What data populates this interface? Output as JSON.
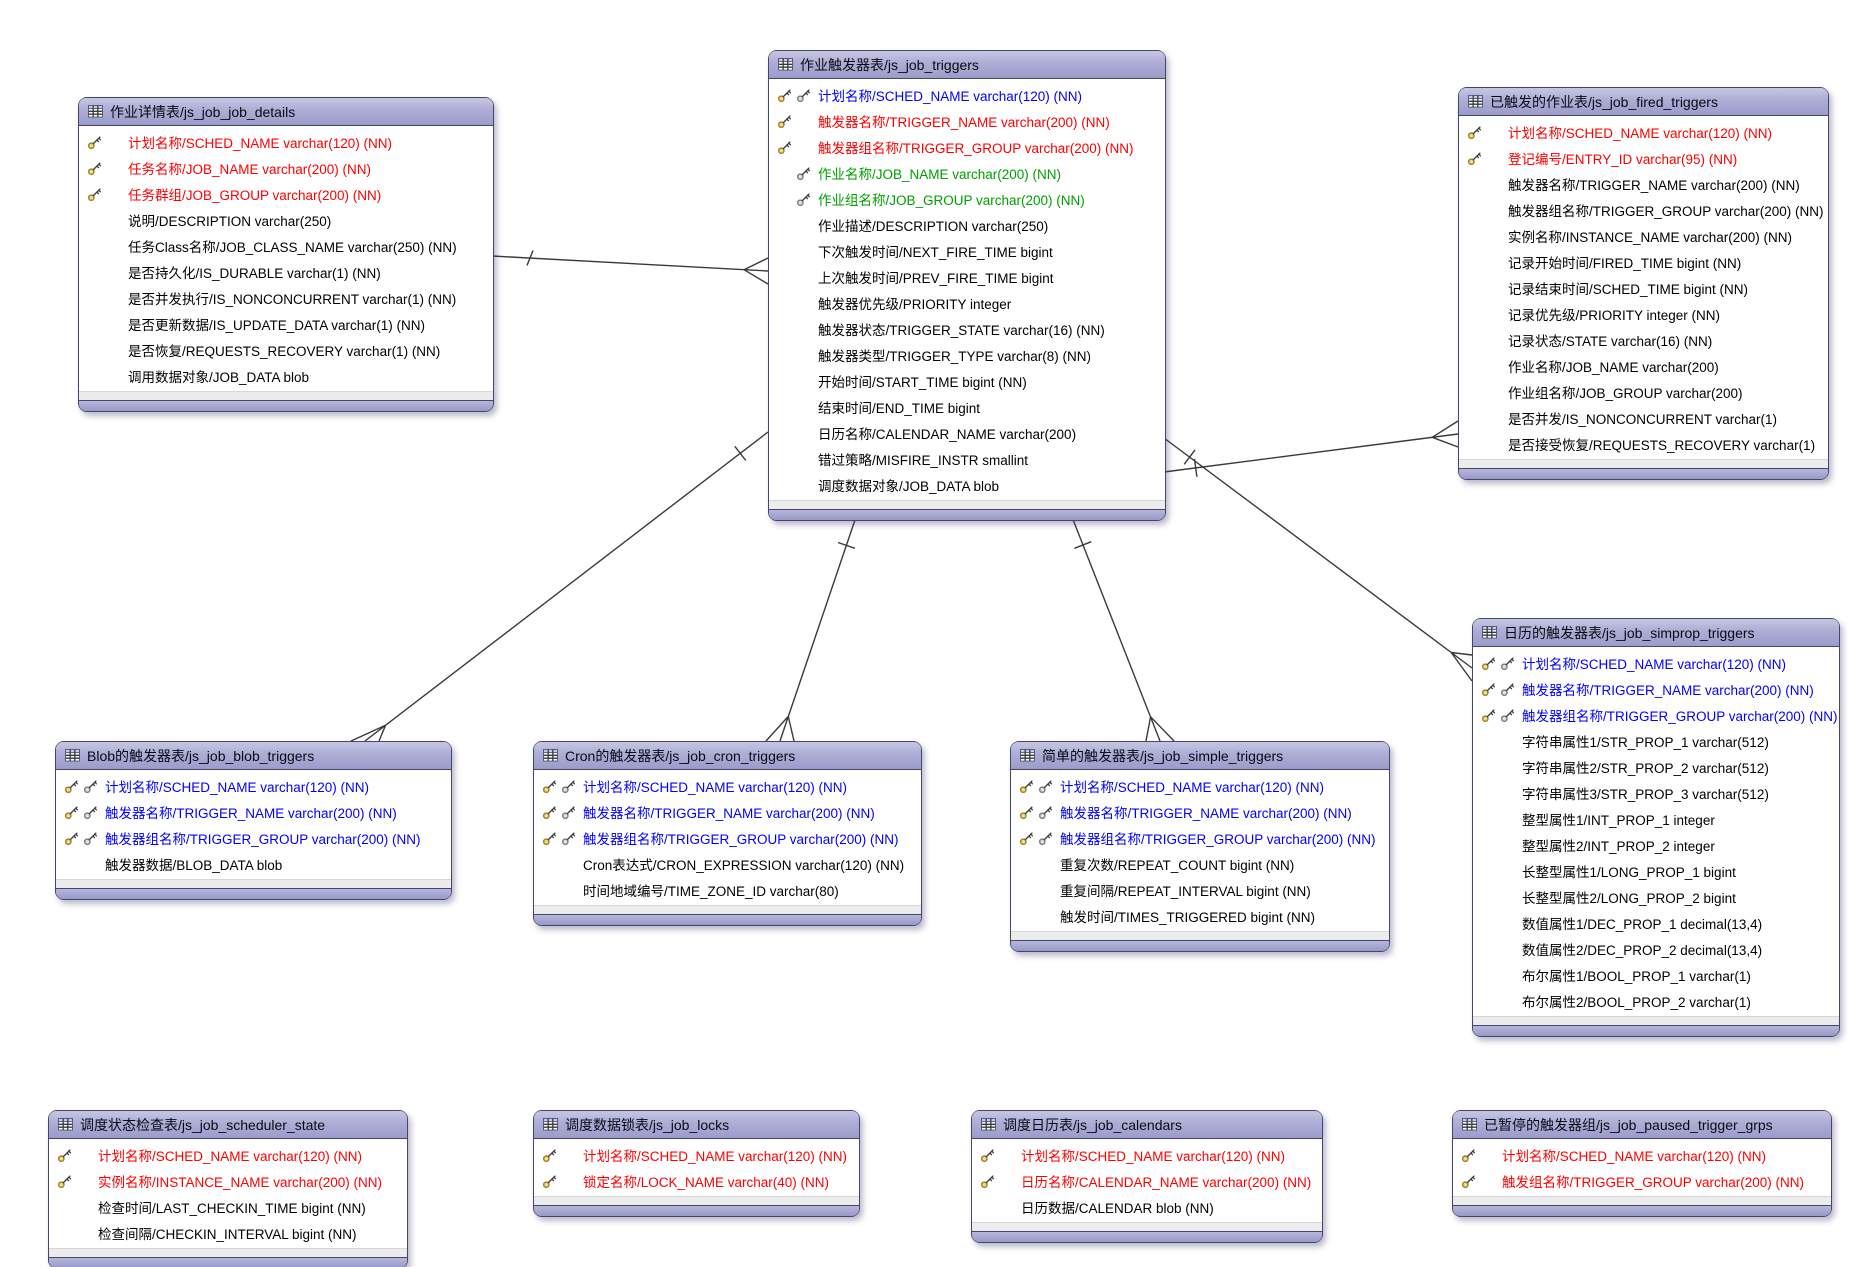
{
  "colors": {
    "pk": "#ff0000",
    "pkfk": "#0000ff",
    "fk": "#00a000",
    "normal": "#000000",
    "header_bg": "#a9a9d2",
    "table_border": "#45456e",
    "line": "#3a3a3a"
  },
  "diagram": {
    "tables": [
      {
        "id": "js_job_job_details",
        "title": "作业详情表/js_job_job_details",
        "columns": [
          {
            "text": "计划名称/SCHED_NAME varchar(120) (NN)",
            "color": "pk",
            "key_slots": [
              "gold",
              ""
            ]
          },
          {
            "text": "任务名称/JOB_NAME varchar(200) (NN)",
            "color": "pk",
            "key_slots": [
              "gold",
              ""
            ]
          },
          {
            "text": "任务群组/JOB_GROUP varchar(200) (NN)",
            "color": "pk",
            "key_slots": [
              "gold",
              ""
            ]
          },
          {
            "text": "说明/DESCRIPTION varchar(250)",
            "color": "normal",
            "key_slots": [
              "",
              ""
            ]
          },
          {
            "text": "任务Class名称/JOB_CLASS_NAME varchar(250) (NN)",
            "color": "normal",
            "key_slots": [
              "",
              ""
            ]
          },
          {
            "text": "是否持久化/IS_DURABLE varchar(1) (NN)",
            "color": "normal",
            "key_slots": [
              "",
              ""
            ]
          },
          {
            "text": "是否并发执行/IS_NONCONCURRENT varchar(1) (NN)",
            "color": "normal",
            "key_slots": [
              "",
              ""
            ]
          },
          {
            "text": "是否更新数据/IS_UPDATE_DATA varchar(1) (NN)",
            "color": "normal",
            "key_slots": [
              "",
              ""
            ]
          },
          {
            "text": "是否恢复/REQUESTS_RECOVERY varchar(1) (NN)",
            "color": "normal",
            "key_slots": [
              "",
              ""
            ]
          },
          {
            "text": "调用数据对象/JOB_DATA blob",
            "color": "normal",
            "key_slots": [
              "",
              ""
            ]
          }
        ]
      },
      {
        "id": "js_job_triggers",
        "title": "作业触发器表/js_job_triggers",
        "columns": [
          {
            "text": "计划名称/SCHED_NAME varchar(120) (NN)",
            "color": "pkfk",
            "key_slots": [
              "gold",
              "gray"
            ]
          },
          {
            "text": "触发器名称/TRIGGER_NAME varchar(200) (NN)",
            "color": "pk",
            "key_slots": [
              "gold",
              ""
            ]
          },
          {
            "text": "触发器组名称/TRIGGER_GROUP varchar(200) (NN)",
            "color": "pk",
            "key_slots": [
              "gold",
              ""
            ]
          },
          {
            "text": "作业名称/JOB_NAME varchar(200) (NN)",
            "color": "fk",
            "key_slots": [
              "",
              "gray"
            ]
          },
          {
            "text": "作业组名称/JOB_GROUP varchar(200) (NN)",
            "color": "fk",
            "key_slots": [
              "",
              "gray"
            ]
          },
          {
            "text": "作业描述/DESCRIPTION varchar(250)",
            "color": "normal",
            "key_slots": [
              "",
              ""
            ]
          },
          {
            "text": "下次触发时间/NEXT_FIRE_TIME bigint",
            "color": "normal",
            "key_slots": [
              "",
              ""
            ]
          },
          {
            "text": "上次触发时间/PREV_FIRE_TIME bigint",
            "color": "normal",
            "key_slots": [
              "",
              ""
            ]
          },
          {
            "text": "触发器优先级/PRIORITY integer",
            "color": "normal",
            "key_slots": [
              "",
              ""
            ]
          },
          {
            "text": "触发器状态/TRIGGER_STATE varchar(16) (NN)",
            "color": "normal",
            "key_slots": [
              "",
              ""
            ]
          },
          {
            "text": "触发器类型/TRIGGER_TYPE varchar(8) (NN)",
            "color": "normal",
            "key_slots": [
              "",
              ""
            ]
          },
          {
            "text": "开始时间/START_TIME bigint (NN)",
            "color": "normal",
            "key_slots": [
              "",
              ""
            ]
          },
          {
            "text": "结束时间/END_TIME bigint",
            "color": "normal",
            "key_slots": [
              "",
              ""
            ]
          },
          {
            "text": "日历名称/CALENDAR_NAME varchar(200)",
            "color": "normal",
            "key_slots": [
              "",
              ""
            ]
          },
          {
            "text": "错过策略/MISFIRE_INSTR smallint",
            "color": "normal",
            "key_slots": [
              "",
              ""
            ]
          },
          {
            "text": "调度数据对象/JOB_DATA blob",
            "color": "normal",
            "key_slots": [
              "",
              ""
            ]
          }
        ]
      },
      {
        "id": "js_job_fired_triggers",
        "title": "已触发的作业表/js_job_fired_triggers",
        "columns": [
          {
            "text": "计划名称/SCHED_NAME varchar(120) (NN)",
            "color": "pk",
            "key_slots": [
              "gold",
              ""
            ]
          },
          {
            "text": "登记编号/ENTRY_ID varchar(95) (NN)",
            "color": "pk",
            "key_slots": [
              "gold",
              ""
            ]
          },
          {
            "text": "触发器名称/TRIGGER_NAME varchar(200) (NN)",
            "color": "normal",
            "key_slots": [
              "",
              ""
            ]
          },
          {
            "text": "触发器组名称/TRIGGER_GROUP varchar(200) (NN)",
            "color": "normal",
            "key_slots": [
              "",
              ""
            ]
          },
          {
            "text": "实例名称/INSTANCE_NAME varchar(200) (NN)",
            "color": "normal",
            "key_slots": [
              "",
              ""
            ]
          },
          {
            "text": "记录开始时间/FIRED_TIME bigint (NN)",
            "color": "normal",
            "key_slots": [
              "",
              ""
            ]
          },
          {
            "text": "记录结束时间/SCHED_TIME bigint (NN)",
            "color": "normal",
            "key_slots": [
              "",
              ""
            ]
          },
          {
            "text": "记录优先级/PRIORITY integer (NN)",
            "color": "normal",
            "key_slots": [
              "",
              ""
            ]
          },
          {
            "text": "记录状态/STATE varchar(16) (NN)",
            "color": "normal",
            "key_slots": [
              "",
              ""
            ]
          },
          {
            "text": "作业名称/JOB_NAME varchar(200)",
            "color": "normal",
            "key_slots": [
              "",
              ""
            ]
          },
          {
            "text": "作业组名称/JOB_GROUP varchar(200)",
            "color": "normal",
            "key_slots": [
              "",
              ""
            ]
          },
          {
            "text": "是否并发/IS_NONCONCURRENT varchar(1)",
            "color": "normal",
            "key_slots": [
              "",
              ""
            ]
          },
          {
            "text": "是否接受恢复/REQUESTS_RECOVERY varchar(1)",
            "color": "normal",
            "key_slots": [
              "",
              ""
            ]
          }
        ]
      },
      {
        "id": "js_job_blob_triggers",
        "title": "Blob的触发器表/js_job_blob_triggers",
        "columns": [
          {
            "text": "计划名称/SCHED_NAME varchar(120) (NN)",
            "color": "pkfk",
            "key_slots": [
              "gold",
              "gray"
            ]
          },
          {
            "text": "触发器名称/TRIGGER_NAME varchar(200) (NN)",
            "color": "pkfk",
            "key_slots": [
              "gold",
              "gray"
            ]
          },
          {
            "text": "触发器组名称/TRIGGER_GROUP varchar(200) (NN)",
            "color": "pkfk",
            "key_slots": [
              "gold",
              "gray"
            ]
          },
          {
            "text": "触发器数据/BLOB_DATA blob",
            "color": "normal",
            "key_slots": [
              "",
              ""
            ]
          }
        ]
      },
      {
        "id": "js_job_cron_triggers",
        "title": "Cron的触发器表/js_job_cron_triggers",
        "columns": [
          {
            "text": "计划名称/SCHED_NAME varchar(120) (NN)",
            "color": "pkfk",
            "key_slots": [
              "gold",
              "gray"
            ]
          },
          {
            "text": "触发器名称/TRIGGER_NAME varchar(200) (NN)",
            "color": "pkfk",
            "key_slots": [
              "gold",
              "gray"
            ]
          },
          {
            "text": "触发器组名称/TRIGGER_GROUP varchar(200) (NN)",
            "color": "pkfk",
            "key_slots": [
              "gold",
              "gray"
            ]
          },
          {
            "text": "Cron表达式/CRON_EXPRESSION varchar(120) (NN)",
            "color": "normal",
            "key_slots": [
              "",
              ""
            ]
          },
          {
            "text": "时间地域编号/TIME_ZONE_ID varchar(80)",
            "color": "normal",
            "key_slots": [
              "",
              ""
            ]
          }
        ]
      },
      {
        "id": "js_job_simple_triggers",
        "title": "简单的触发器表/js_job_simple_triggers",
        "columns": [
          {
            "text": "计划名称/SCHED_NAME varchar(120) (NN)",
            "color": "pkfk",
            "key_slots": [
              "gold",
              "gray"
            ]
          },
          {
            "text": "触发器名称/TRIGGER_NAME varchar(200) (NN)",
            "color": "pkfk",
            "key_slots": [
              "gold",
              "gray"
            ]
          },
          {
            "text": "触发器组名称/TRIGGER_GROUP varchar(200) (NN)",
            "color": "pkfk",
            "key_slots": [
              "gold",
              "gray"
            ]
          },
          {
            "text": "重复次数/REPEAT_COUNT bigint (NN)",
            "color": "normal",
            "key_slots": [
              "",
              ""
            ]
          },
          {
            "text": "重复间隔/REPEAT_INTERVAL bigint (NN)",
            "color": "normal",
            "key_slots": [
              "",
              ""
            ]
          },
          {
            "text": "触发时间/TIMES_TRIGGERED bigint (NN)",
            "color": "normal",
            "key_slots": [
              "",
              ""
            ]
          }
        ]
      },
      {
        "id": "js_job_simprop_triggers",
        "title": "日历的触发器表/js_job_simprop_triggers",
        "columns": [
          {
            "text": "计划名称/SCHED_NAME varchar(120) (NN)",
            "color": "pkfk",
            "key_slots": [
              "gold",
              "gray"
            ]
          },
          {
            "text": "触发器名称/TRIGGER_NAME varchar(200) (NN)",
            "color": "pkfk",
            "key_slots": [
              "gold",
              "gray"
            ]
          },
          {
            "text": "触发器组名称/TRIGGER_GROUP varchar(200) (NN)",
            "color": "pkfk",
            "key_slots": [
              "gold",
              "gray"
            ]
          },
          {
            "text": "字符串属性1/STR_PROP_1 varchar(512)",
            "color": "normal",
            "key_slots": [
              "",
              ""
            ]
          },
          {
            "text": "字符串属性2/STR_PROP_2 varchar(512)",
            "color": "normal",
            "key_slots": [
              "",
              ""
            ]
          },
          {
            "text": "字符串属性3/STR_PROP_3 varchar(512)",
            "color": "normal",
            "key_slots": [
              "",
              ""
            ]
          },
          {
            "text": "整型属性1/INT_PROP_1 integer",
            "color": "normal",
            "key_slots": [
              "",
              ""
            ]
          },
          {
            "text": "整型属性2/INT_PROP_2 integer",
            "color": "normal",
            "key_slots": [
              "",
              ""
            ]
          },
          {
            "text": "长整型属性1/LONG_PROP_1 bigint",
            "color": "normal",
            "key_slots": [
              "",
              ""
            ]
          },
          {
            "text": "长整型属性2/LONG_PROP_2 bigint",
            "color": "normal",
            "key_slots": [
              "",
              ""
            ]
          },
          {
            "text": "数值属性1/DEC_PROP_1 decimal(13,4)",
            "color": "normal",
            "key_slots": [
              "",
              ""
            ]
          },
          {
            "text": "数值属性2/DEC_PROP_2 decimal(13,4)",
            "color": "normal",
            "key_slots": [
              "",
              ""
            ]
          },
          {
            "text": "布尔属性1/BOOL_PROP_1 varchar(1)",
            "color": "normal",
            "key_slots": [
              "",
              ""
            ]
          },
          {
            "text": "布尔属性2/BOOL_PROP_2 varchar(1)",
            "color": "normal",
            "key_slots": [
              "",
              ""
            ]
          }
        ]
      },
      {
        "id": "js_job_scheduler_state",
        "title": "调度状态检查表/js_job_scheduler_state",
        "columns": [
          {
            "text": "计划名称/SCHED_NAME varchar(120) (NN)",
            "color": "pk",
            "key_slots": [
              "gold",
              ""
            ]
          },
          {
            "text": "实例名称/INSTANCE_NAME varchar(200) (NN)",
            "color": "pk",
            "key_slots": [
              "gold",
              ""
            ]
          },
          {
            "text": "检查时间/LAST_CHECKIN_TIME bigint (NN)",
            "color": "normal",
            "key_slots": [
              "",
              ""
            ]
          },
          {
            "text": "检查间隔/CHECKIN_INTERVAL bigint (NN)",
            "color": "normal",
            "key_slots": [
              "",
              ""
            ]
          }
        ]
      },
      {
        "id": "js_job_locks",
        "title": "调度数据锁表/js_job_locks",
        "columns": [
          {
            "text": "计划名称/SCHED_NAME varchar(120) (NN)",
            "color": "pk",
            "key_slots": [
              "gold",
              ""
            ]
          },
          {
            "text": "锁定名称/LOCK_NAME varchar(40) (NN)",
            "color": "pk",
            "key_slots": [
              "gold",
              ""
            ]
          }
        ]
      },
      {
        "id": "js_job_calendars",
        "title": "调度日历表/js_job_calendars",
        "columns": [
          {
            "text": "计划名称/SCHED_NAME varchar(120) (NN)",
            "color": "pk",
            "key_slots": [
              "gold",
              ""
            ]
          },
          {
            "text": "日历名称/CALENDAR_NAME varchar(200) (NN)",
            "color": "pk",
            "key_slots": [
              "gold",
              ""
            ]
          },
          {
            "text": "日历数据/CALENDAR blob (NN)",
            "color": "normal",
            "key_slots": [
              "",
              ""
            ]
          }
        ]
      },
      {
        "id": "js_job_paused_trigger_grps",
        "title": "已暂停的触发器组/js_job_paused_trigger_grps",
        "columns": [
          {
            "text": "计划名称/SCHED_NAME varchar(120) (NN)",
            "color": "pk",
            "key_slots": [
              "gold",
              ""
            ]
          },
          {
            "text": "触发组名称/TRIGGER_GROUP varchar(200) (NN)",
            "color": "pk",
            "key_slots": [
              "gold",
              ""
            ]
          }
        ]
      }
    ],
    "relationships": [
      {
        "from": "js_job_job_details",
        "to": "js_job_triggers",
        "from_card": "one",
        "to_card": "many"
      },
      {
        "from": "js_job_triggers",
        "to": "js_job_blob_triggers",
        "from_card": "one",
        "to_card": "many"
      },
      {
        "from": "js_job_triggers",
        "to": "js_job_cron_triggers",
        "from_card": "one",
        "to_card": "many"
      },
      {
        "from": "js_job_triggers",
        "to": "js_job_simple_triggers",
        "from_card": "one",
        "to_card": "many"
      },
      {
        "from": "js_job_triggers",
        "to": "js_job_simprop_triggers",
        "from_card": "one",
        "to_card": "many"
      },
      {
        "from": "js_job_triggers",
        "to": "js_job_fired_triggers",
        "from_card": "one",
        "to_card": "many"
      }
    ]
  }
}
